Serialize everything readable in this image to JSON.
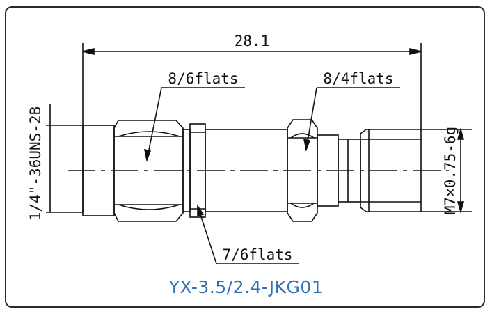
{
  "drawing": {
    "overall_length": "28.1",
    "left_hex_label": "8/6flats",
    "right_hex_label": "8/4flats",
    "nut_label": "7/6flats",
    "left_thread_label": "1/4\"-36UNS-2B",
    "right_thread_label": "M7×0.75-6g",
    "part_number": "YX-3.5/2.4-JKG01",
    "colors": {
      "line": "#111111",
      "frame": "#2a2a2a",
      "part_number": "#2f6fb5"
    }
  }
}
